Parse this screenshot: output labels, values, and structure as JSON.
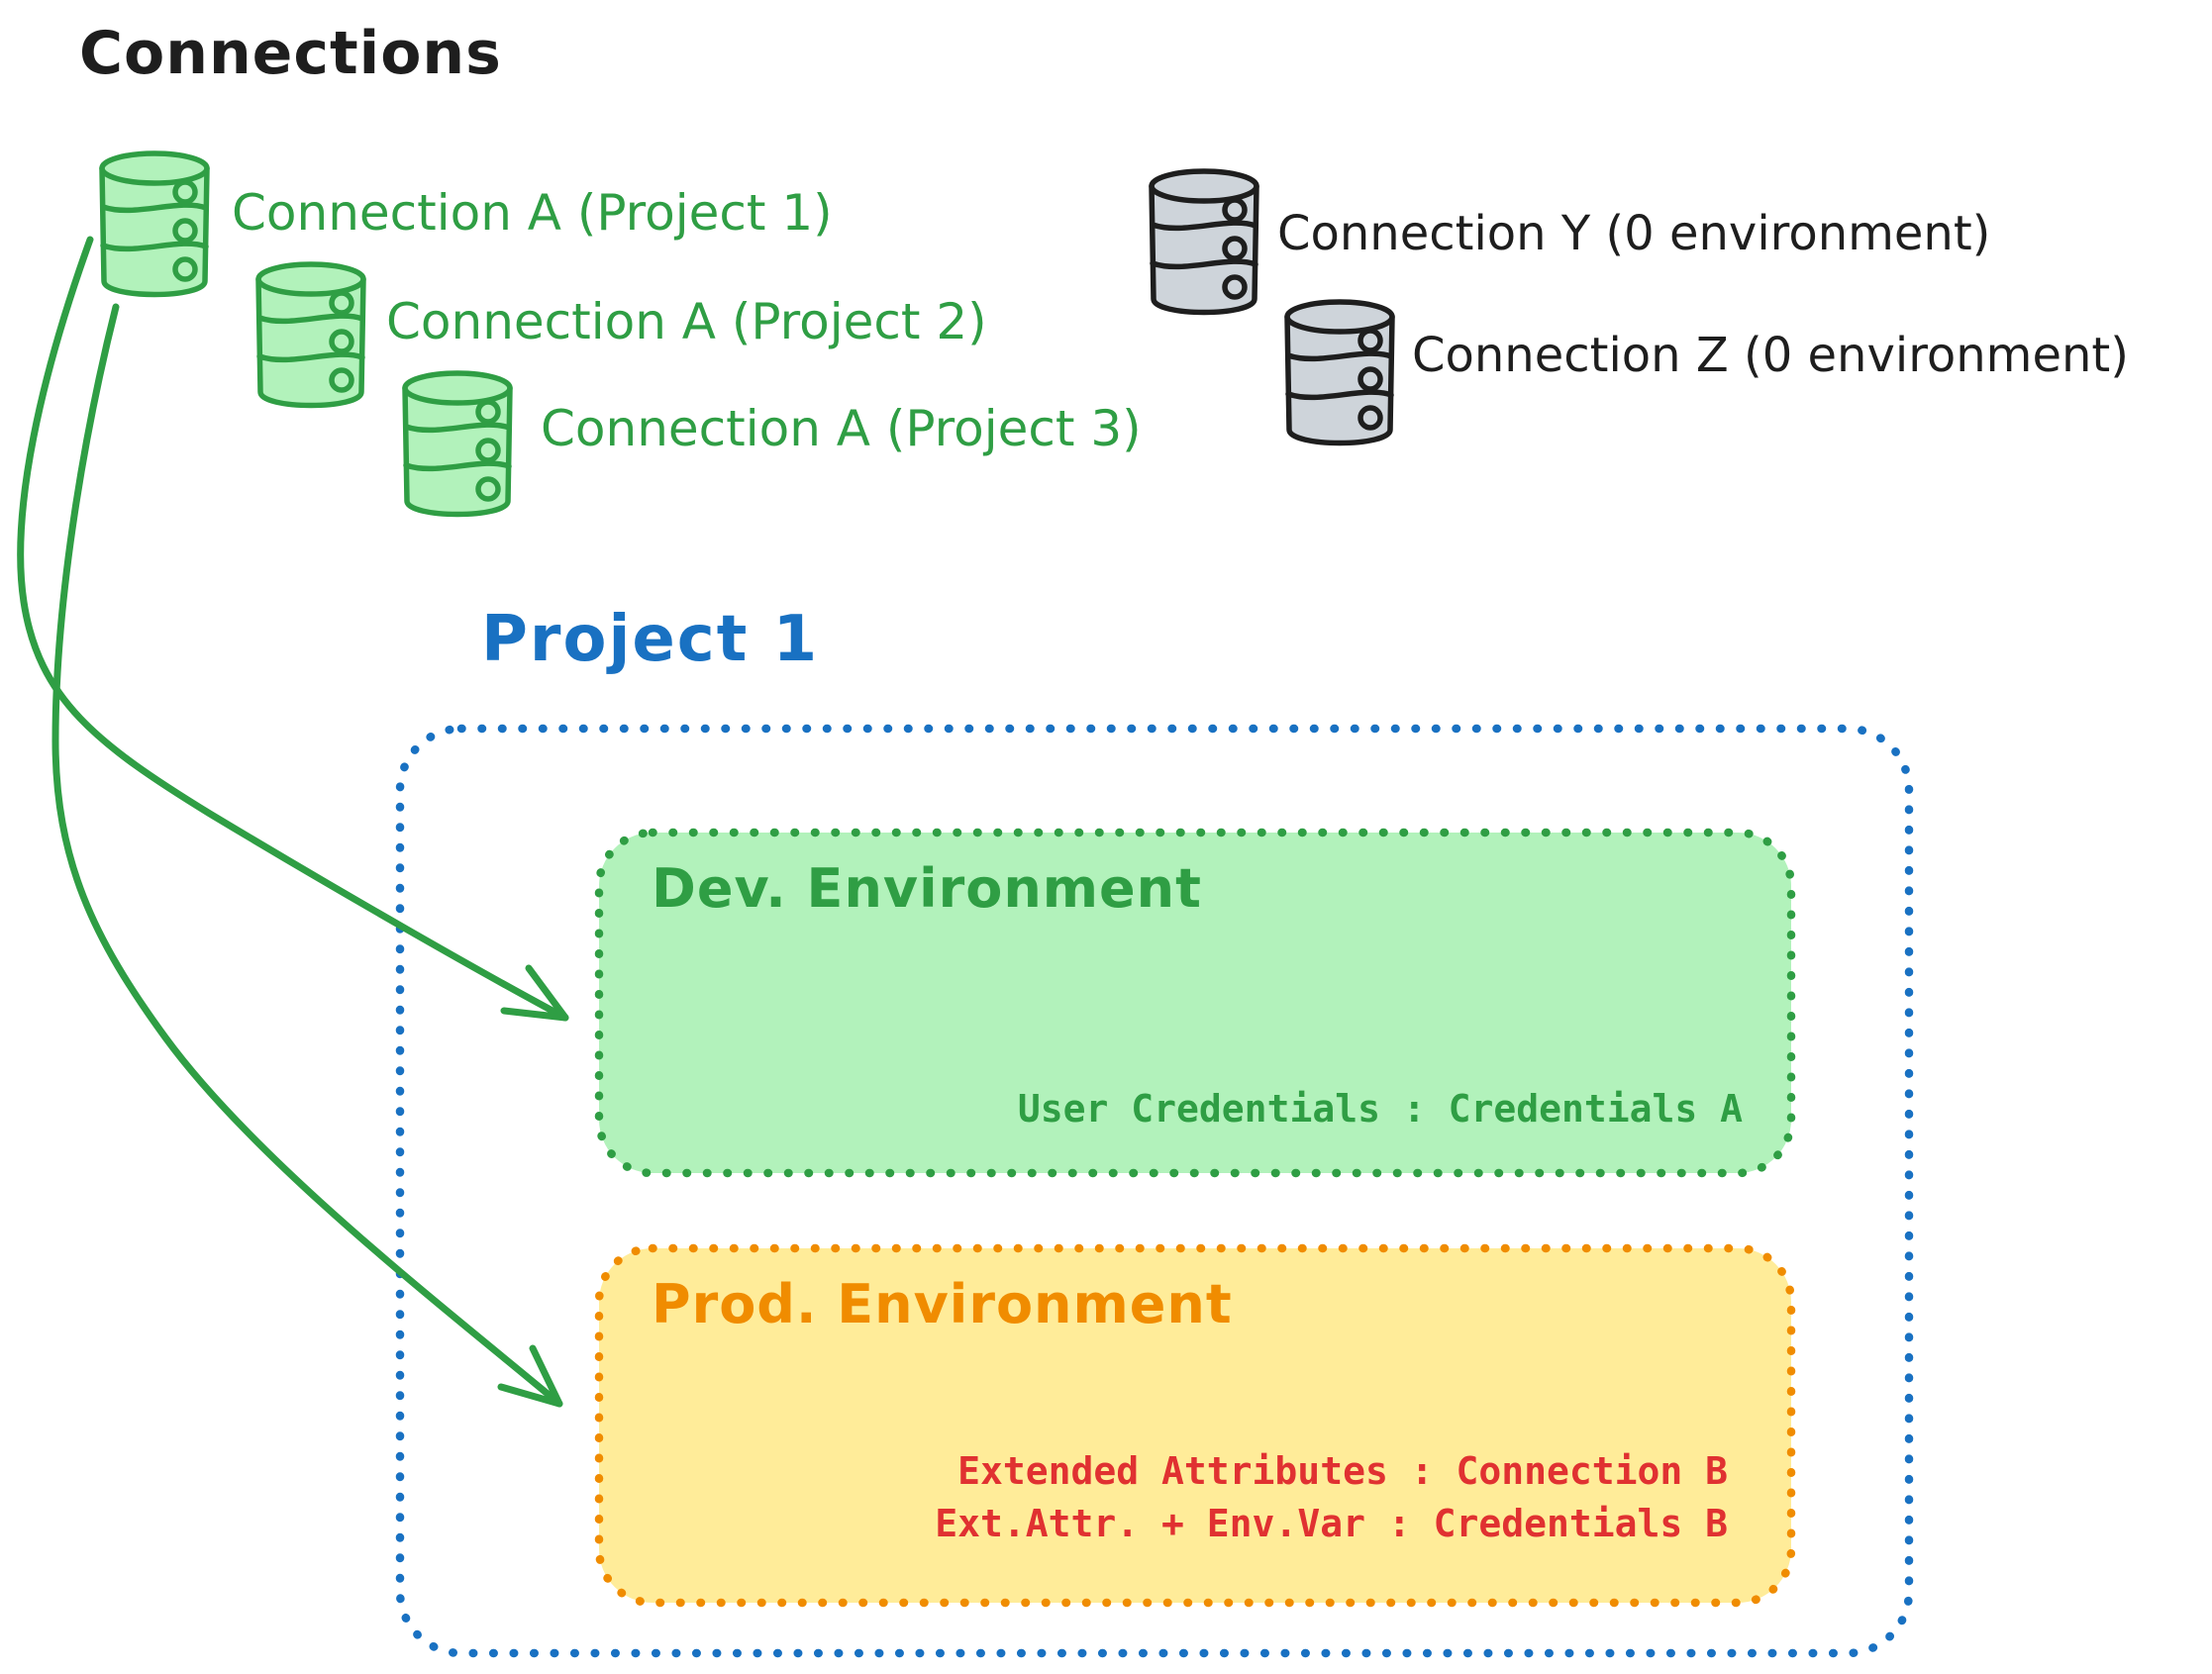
{
  "palette": {
    "ink": "#1e1e1e",
    "green": "#2f9e44",
    "greenFill": "#b2f2bb",
    "grayFill": "#ced4da",
    "blue": "#1971c2",
    "orange": "#f08c00",
    "orangeFill": "#ffec99",
    "red": "#e03131"
  },
  "title": "Connections",
  "connections": {
    "project_a": [
      {
        "label": "Connection A (Project 1)"
      },
      {
        "label": "Connection A (Project 2)"
      },
      {
        "label": "Connection A (Project 3)"
      }
    ],
    "unassigned": [
      {
        "label": "Connection Y (0 environment)"
      },
      {
        "label": "Connection Z (0 environment)"
      }
    ]
  },
  "project": {
    "title": "Project 1",
    "environments": [
      {
        "name": "Dev. Environment",
        "bindings": [
          "User Credentials : Credentials A"
        ]
      },
      {
        "name": "Prod. Environment",
        "bindings": [
          "Extended Attributes : Connection B",
          "Ext.Attr. + Env.Var : Credentials B"
        ]
      }
    ]
  }
}
